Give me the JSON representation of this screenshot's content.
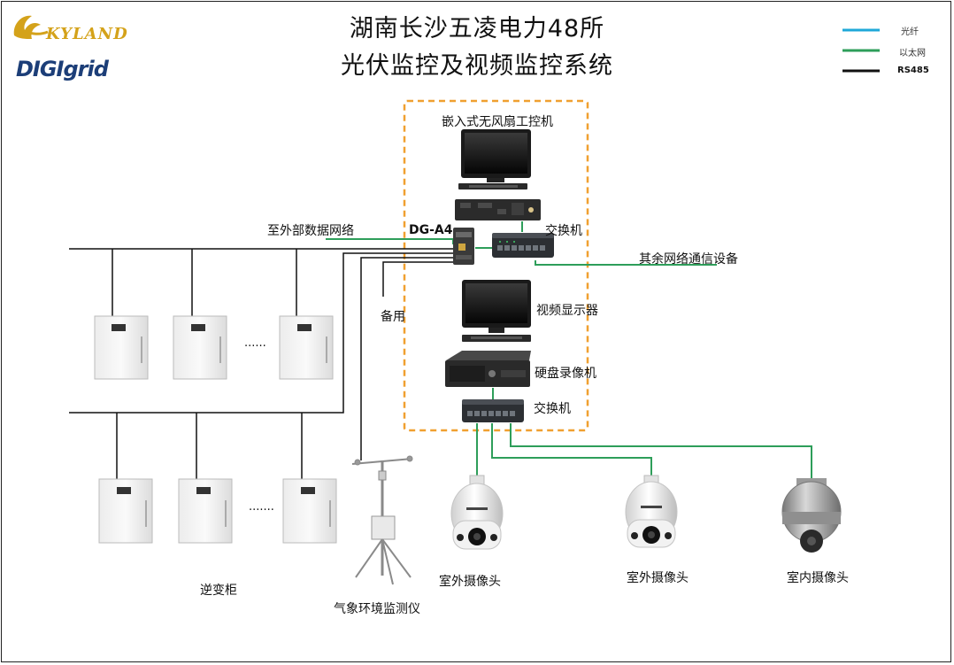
{
  "title_line1": "湖南长沙五凌电力48所",
  "title_line2": "光伏监控及视频监控系统",
  "logos": {
    "kyland": "KYLAND",
    "digigrid": "DIGIgrid"
  },
  "legend": [
    {
      "label": "光纤",
      "color": "#1fa8d8"
    },
    {
      "label": "以太网",
      "color": "#2e9e5a"
    },
    {
      "label": "RS485",
      "color": "#111111"
    }
  ],
  "labels": {
    "embedded_ipc": "嵌入式无风扇工控机",
    "external_network": "至外部数据网络",
    "dg_a4": "DG-A4",
    "switch_top": "交换机",
    "other_network": "其余网络通信设备",
    "spare": "备用",
    "video_display": "视频显示器",
    "nvr": "硬盘录像机",
    "switch_bottom": "交换机",
    "ellipsis_top": "......",
    "ellipsis_bottom": ".......",
    "inverter": "逆变柜",
    "weather": "气象环境监测仪",
    "camera_outdoor_1": "室外摄像头",
    "camera_outdoor_2": "室外摄像头",
    "camera_indoor": "室内摄像头"
  }
}
